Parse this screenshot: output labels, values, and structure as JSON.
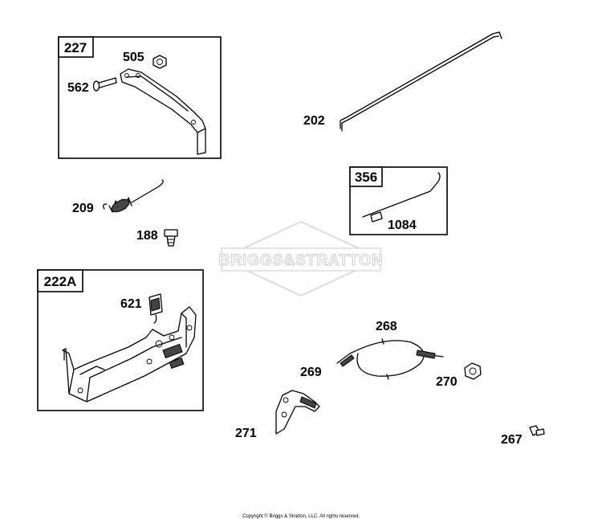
{
  "watermark": "BRIGGS&STRATTON",
  "copyright": "Copyright © Briggs & Stratton, LLC. All rights reserved.",
  "boxes": {
    "box_227": "227",
    "box_356": "356",
    "box_222A": "222A"
  },
  "parts": {
    "p505": "505",
    "p562": "562",
    "p202": "202",
    "p209": "209",
    "p188": "188",
    "p1084": "1084",
    "p621": "621",
    "p268": "268",
    "p269": "269",
    "p270": "270",
    "p271": "271",
    "p267": "267"
  }
}
